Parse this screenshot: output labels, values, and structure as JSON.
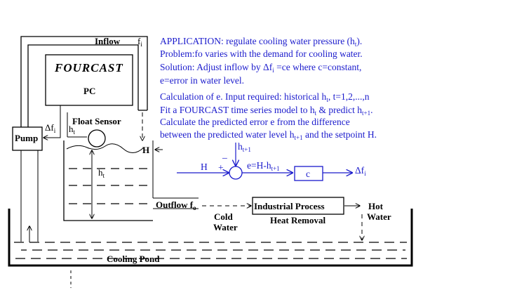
{
  "labels": {
    "inflow": "Inflow",
    "fi": "f",
    "fi_sub": "i",
    "fourcast": "FOURCAST",
    "pc": "PC",
    "float_sensor": "Float Sensor",
    "pump": "Pump",
    "delta_fi": "Δf",
    "delta_fi_sub": "i",
    "ht": "h",
    "ht_sub": "t",
    "H": "H",
    "outflow": "Outflow f",
    "outflow_sub": "o",
    "cold": "Cold",
    "water": "Water",
    "industrial_process": "Industrial Process",
    "heat_removal": "Heat Removal",
    "hot": "Hot",
    "hot_water": "Water",
    "cooling_pond": "Cooling Pond"
  },
  "notes": {
    "line1": "APPLICATION: regulate cooling water pressure (h",
    "line1_sub": "t",
    "line1_end": ").",
    "line2": "Problem:fo varies with the demand for cooling water.",
    "line3a": "Solution: Adjust inflow by  Δf",
    "line3_sub": "i",
    "line3b": " =ce  where c=constant,",
    "line4": "e=error in water level.",
    "line5a": "Calculation of e. Input required: historical h",
    "line5_sub": "t",
    "line5b": ", t=1,2,...,n",
    "line6a": "Fit a FOURCAST time series model to h",
    "line6_sub": "t",
    "line6b": "  & predict h",
    "line6_sub2": "t+1",
    "line6c": ".",
    "line7a": "Calculate the predicted error e from the difference",
    "line8a": "between the predicted  water level h",
    "line8_sub": "t+1",
    "line8b": " and the setpoint H."
  },
  "loop": {
    "H": "H",
    "plus": "+",
    "minus": "_",
    "ht1": "h",
    "ht1_sub": "t+1",
    "eq": "e=H-h",
    "eq_sub": "t+1",
    "c": "c",
    "out": "Δf",
    "out_sub": "i"
  }
}
